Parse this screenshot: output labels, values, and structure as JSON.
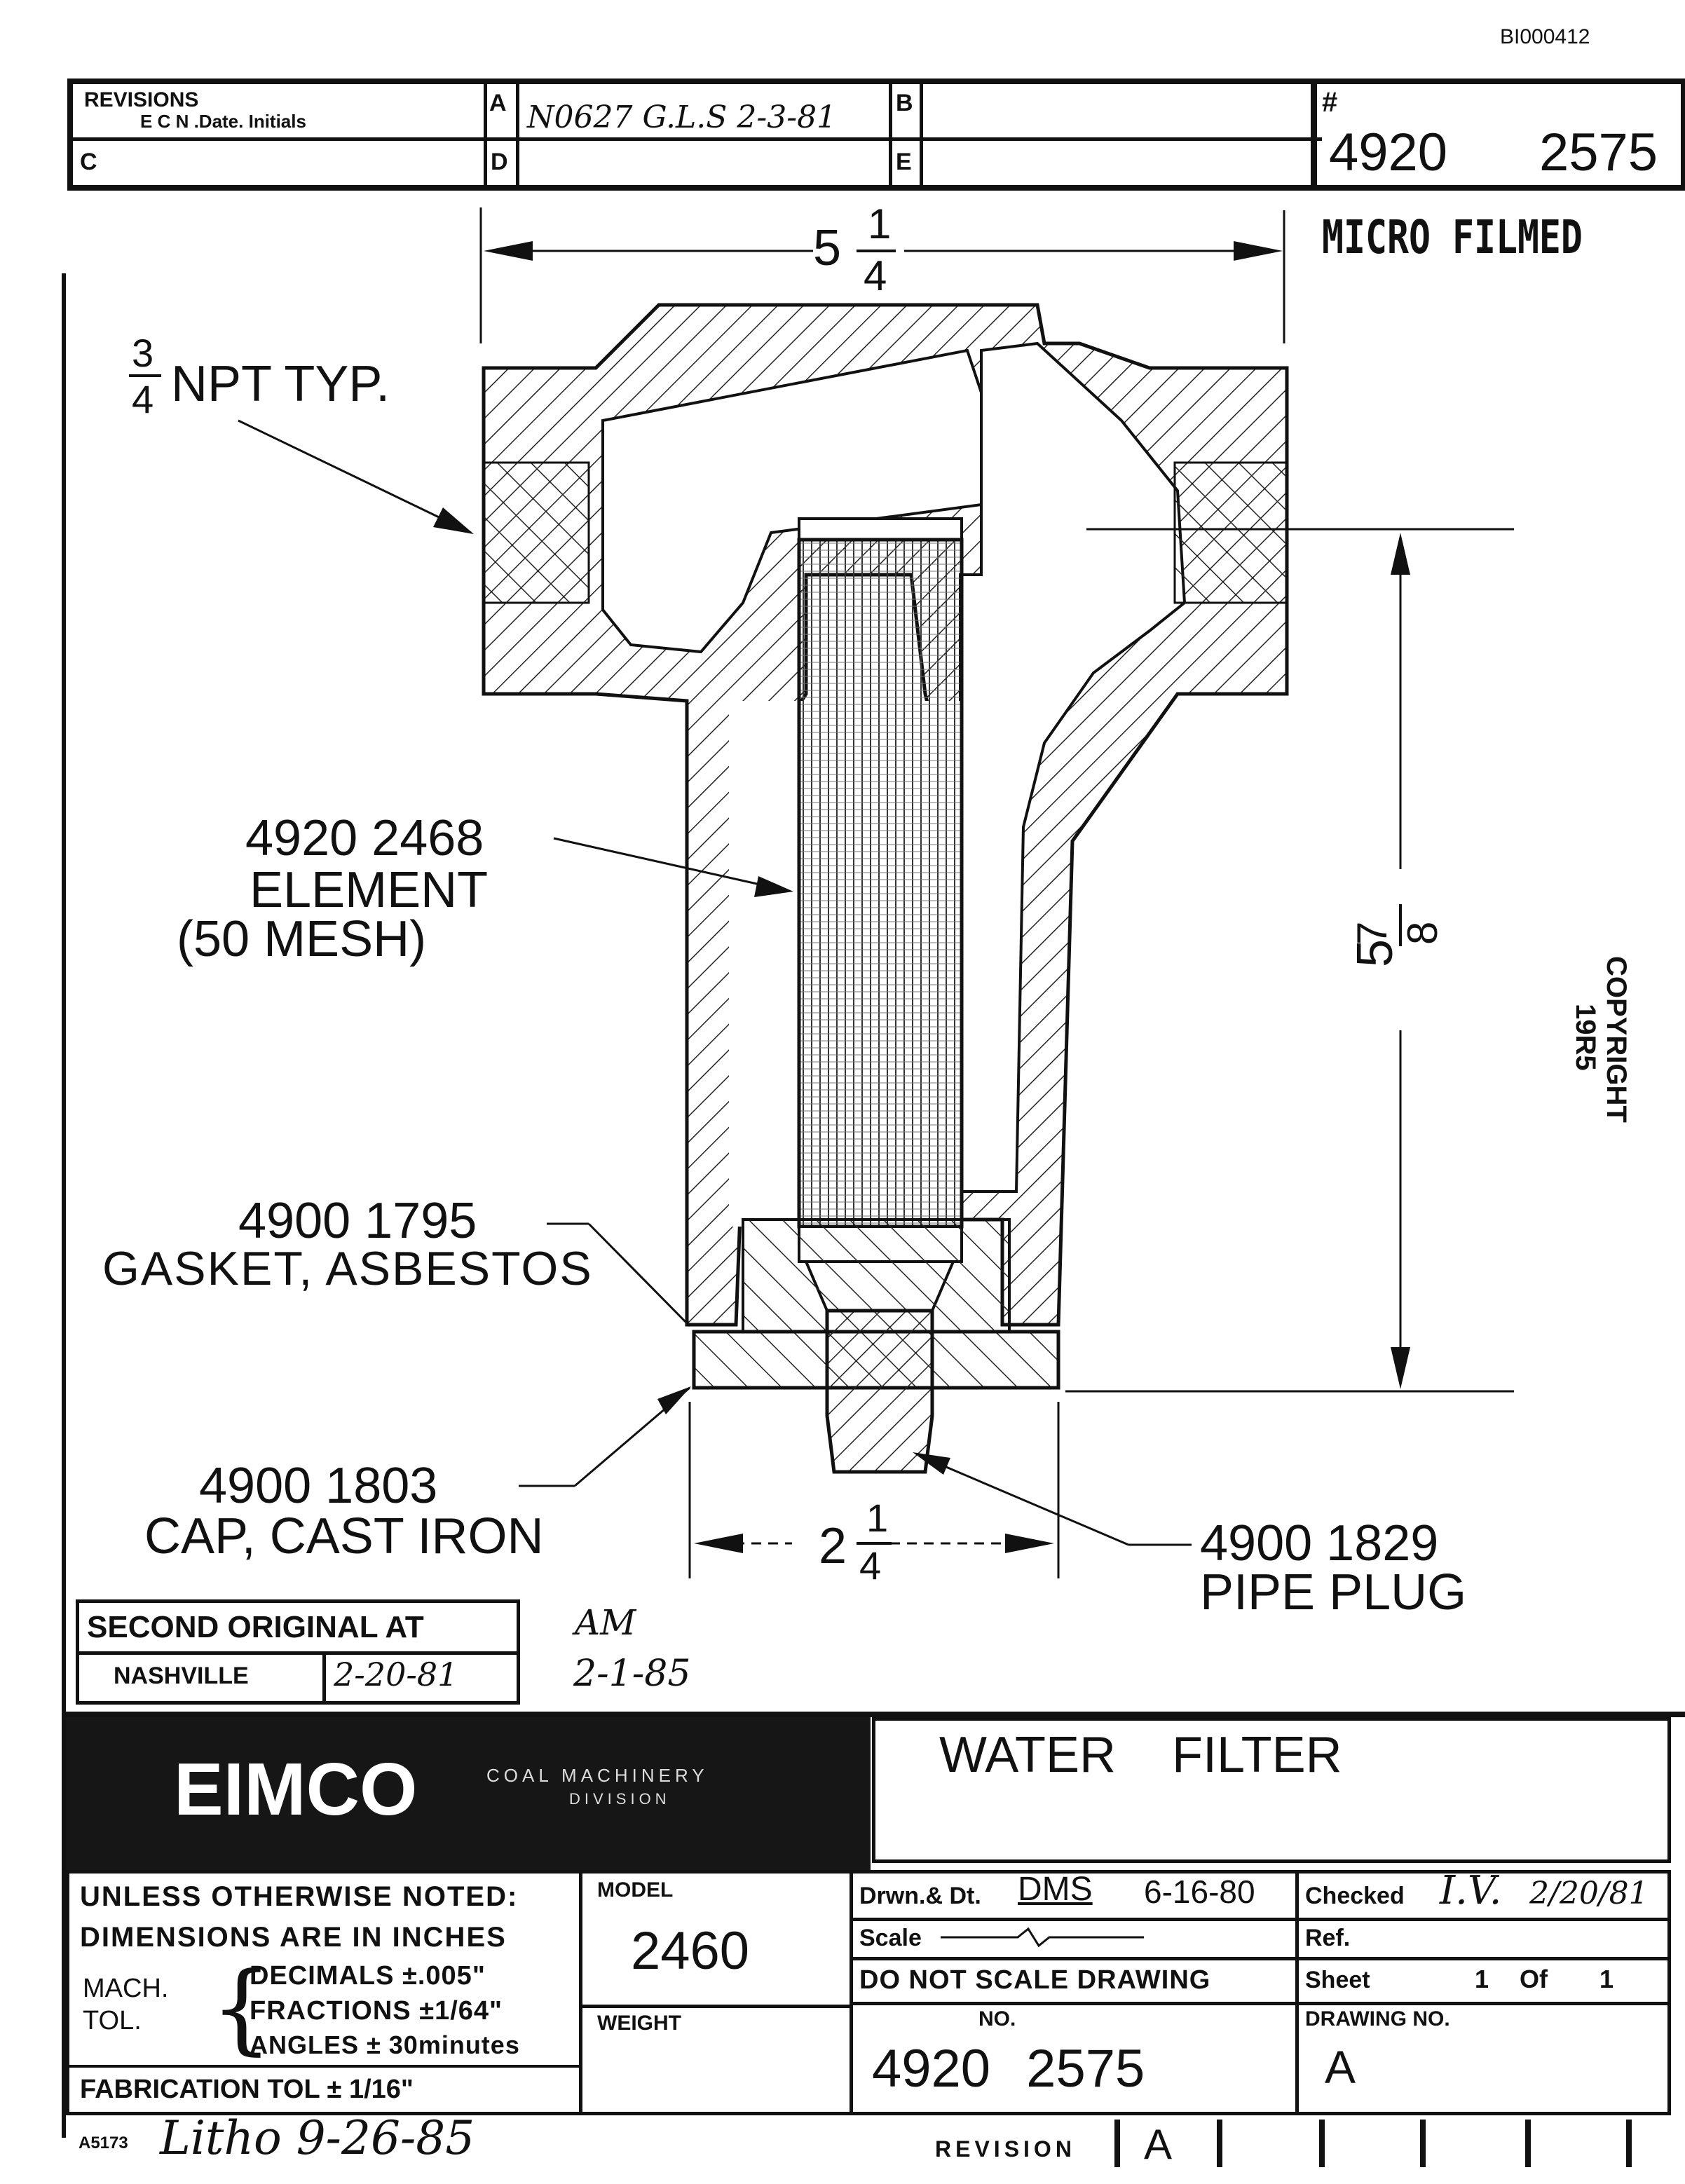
{
  "doc_id": "BI000412",
  "revisions": {
    "header": "REVISIONS",
    "subheader": "E C N .Date. Initials",
    "slots": [
      {
        "letter": "A",
        "value": "N0627 G.L.S 2-3-81"
      },
      {
        "letter": "B",
        "value": ""
      },
      {
        "letter": "C",
        "value": ""
      },
      {
        "letter": "D",
        "value": ""
      },
      {
        "letter": "E",
        "value": ""
      }
    ],
    "hash_mark": "#",
    "number_top": "4920",
    "number_top2": "2575"
  },
  "stamp_microfilmed": "MICRO FILMED",
  "drawing": {
    "dim_top": "5 1/4",
    "dim_top_whole": "5",
    "dim_top_num": "1",
    "dim_top_den": "4",
    "dim_side_whole": "5",
    "dim_side_num": "7",
    "dim_side_den": "8",
    "dim_bottom_whole": "2",
    "dim_bottom_num": "1",
    "dim_bottom_den": "4",
    "npt_num": "3",
    "npt_den": "4",
    "npt_label": "NPT TYP.",
    "element_part": "4920 2468",
    "element_name": "ELEMENT",
    "element_mesh": "(50 MESH)",
    "gasket_part": "4900 1795",
    "gasket_name": "GASKET, ASBESTOS",
    "cap_part": "4900 1803",
    "cap_name": "CAP, CAST IRON",
    "plug_part": "4900 1829",
    "plug_name": "PIPE PLUG",
    "copyright": "COPYRIGHT",
    "copyright_year": "19R5"
  },
  "second_original": {
    "title": "SECOND ORIGINAL AT",
    "location": "NASHVILLE",
    "date": "2-20-81",
    "initials": "AM",
    "date2": "2-1-85"
  },
  "title_block": {
    "company": "EIMCO",
    "division_line1": "COAL MACHINERY",
    "division_line2": "DIVISION",
    "title": "WATER FILTER",
    "notes_line1": "UNLESS OTHERWISE NOTED:",
    "notes_line2": "DIMENSIONS ARE IN INCHES",
    "mach_tol_label1": "MACH.",
    "mach_tol_label2": "TOL.",
    "tol_decimals": "DECIMALS ±.005\"",
    "tol_fractions": "FRACTIONS ±1/64\"",
    "tol_angles": "ANGLES ± 30minutes",
    "fabrication_tol": "FABRICATION TOL ± 1/16\"",
    "model_label": "MODEL",
    "model_value": "2460",
    "weight_label": "WEIGHT",
    "drawn_label": "Drwn.& Dt.",
    "drawn_by": "DMS",
    "drawn_date": "6-16-80",
    "checked_label": "Checked",
    "checked_by": "I.V.",
    "checked_date": "2/20/81",
    "scale_label": "Scale",
    "ref_label": "Ref.",
    "do_not_scale": "DO NOT SCALE DRAWING",
    "sheet_label": "Sheet",
    "sheet_num": "1",
    "sheet_of": "Of",
    "sheet_total": "1",
    "no_label": "NO.",
    "drawing_no_label": "DRAWING NO.",
    "number": "4920 2575",
    "drawing_letter": "A",
    "form_no": "A5173",
    "litho": "Litho 9-26-85",
    "revision_label": "REVISION",
    "revision_value": "A"
  }
}
